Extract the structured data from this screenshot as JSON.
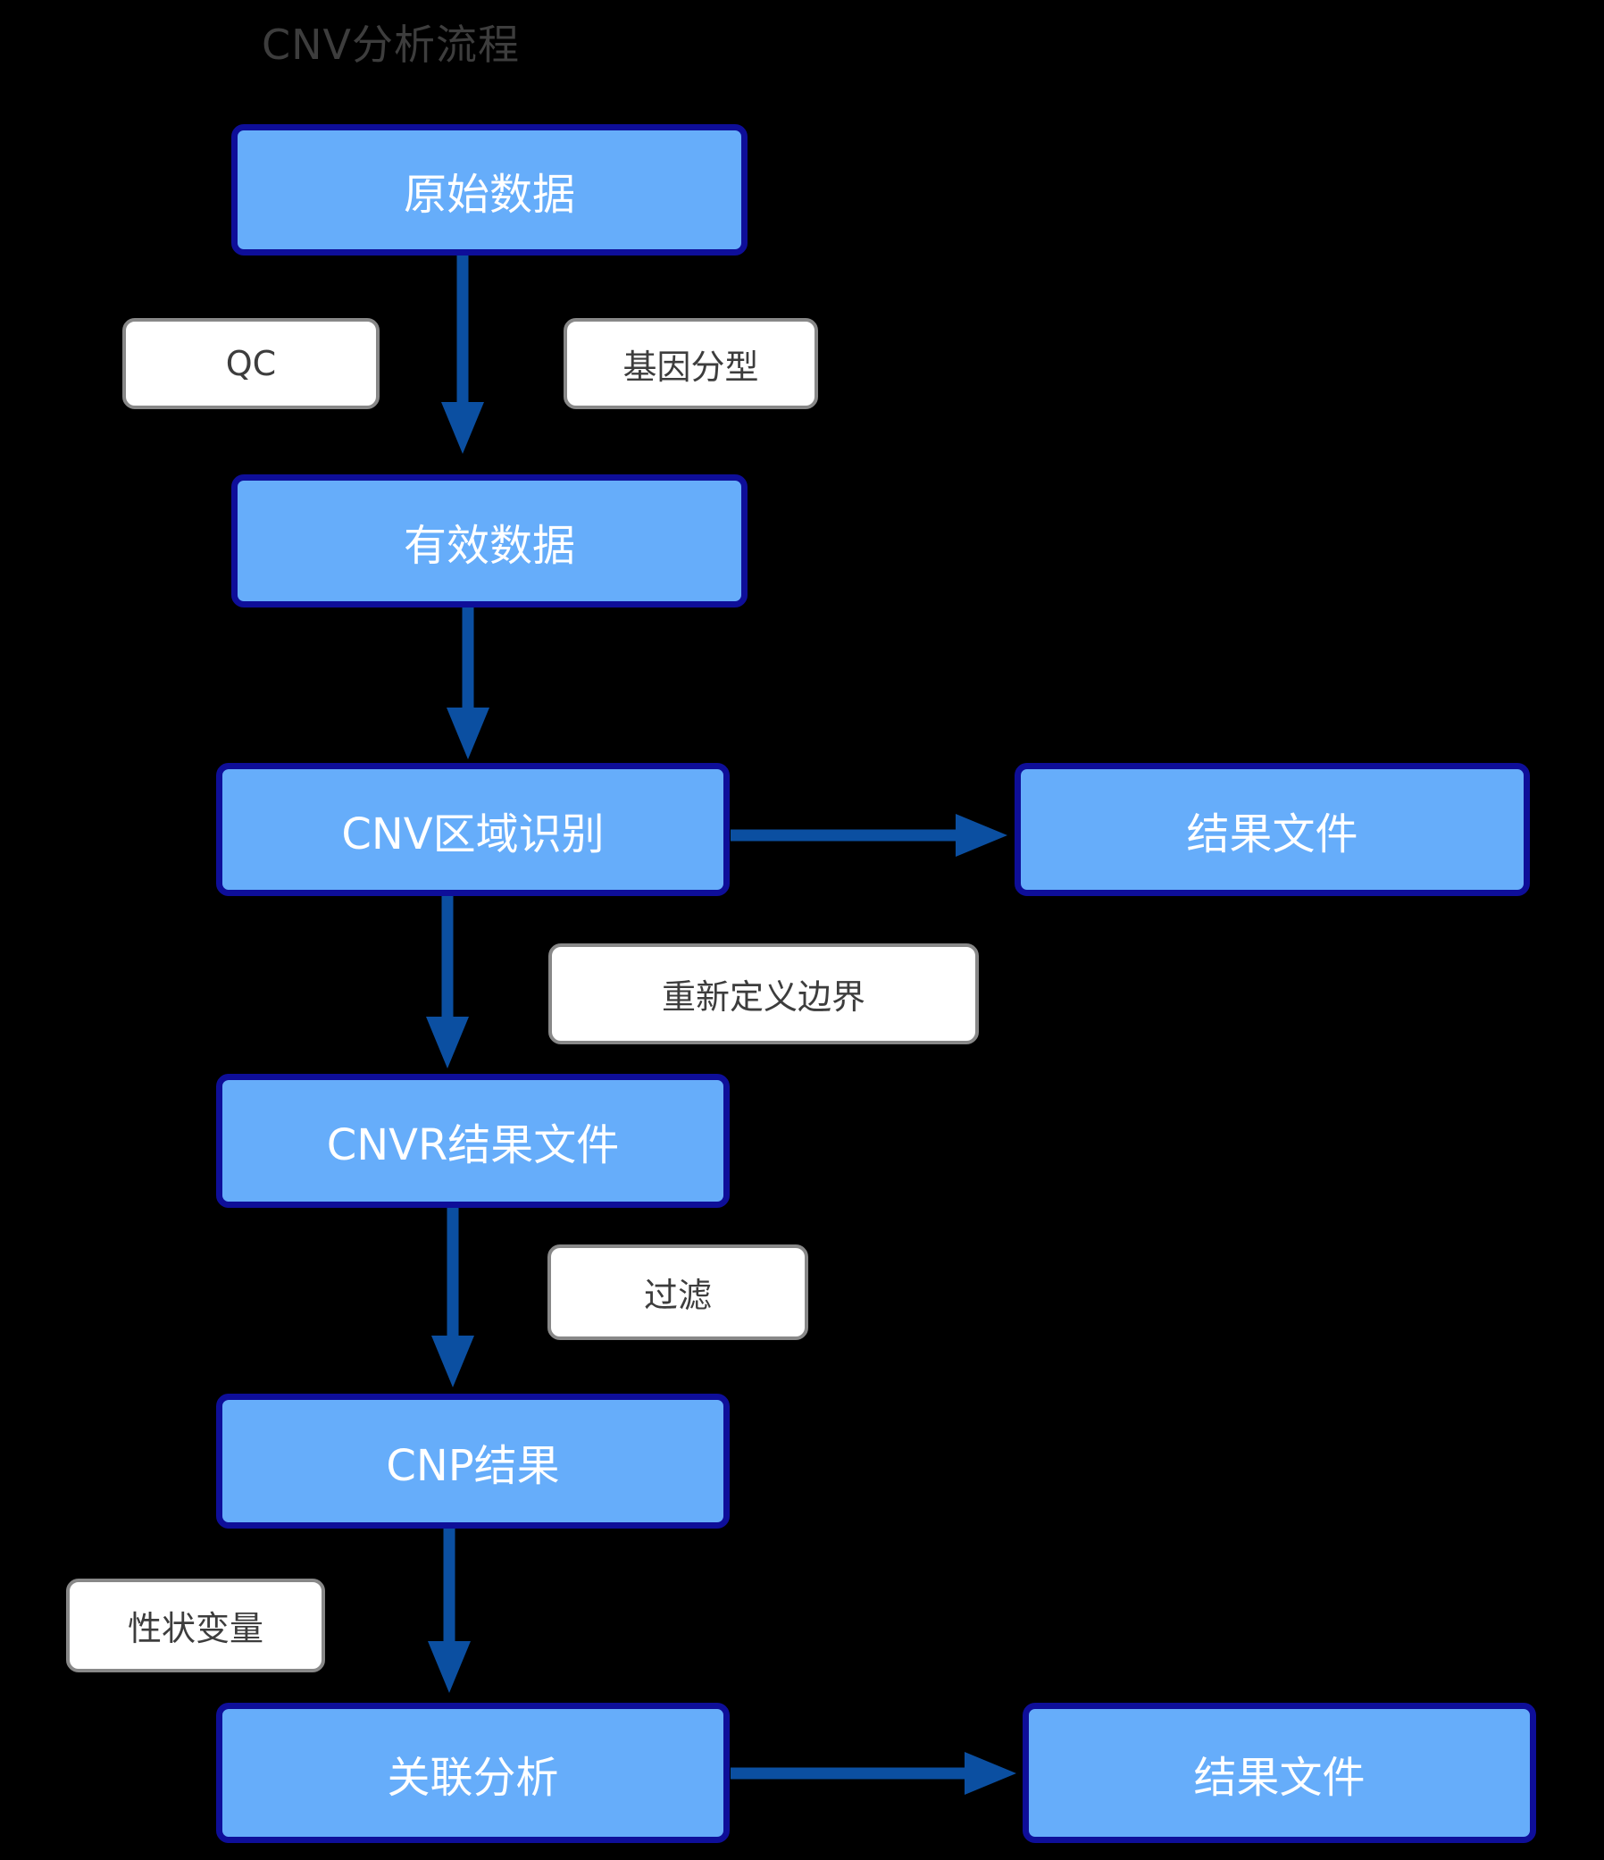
{
  "title": "CNV分析流程",
  "nodes": {
    "raw_data": {
      "label": "原始数据"
    },
    "valid_data": {
      "label": "有效数据"
    },
    "cnv_region": {
      "label": "CNV区域识别"
    },
    "result_file_top": {
      "label": "结果文件"
    },
    "cnvr_result": {
      "label": "CNVR结果文件"
    },
    "cnp_result": {
      "label": "CNP结果"
    },
    "association": {
      "label": "关联分析"
    },
    "result_file_bottom": {
      "label": "结果文件"
    }
  },
  "labels": {
    "qc": {
      "label": "QC"
    },
    "genotyping": {
      "label": "基因分型"
    },
    "redefine_boundary": {
      "label": "重新定义边界"
    },
    "filter": {
      "label": "过滤"
    },
    "trait_variable": {
      "label": "性状变量"
    }
  },
  "edges": [
    {
      "from": "原始数据",
      "to": "有效数据",
      "side_labels": [
        "QC",
        "基因分型"
      ]
    },
    {
      "from": "有效数据",
      "to": "CNV区域识别",
      "side_labels": []
    },
    {
      "from": "CNV区域识别",
      "to": "结果文件",
      "side_labels": []
    },
    {
      "from": "CNV区域识别",
      "to": "CNVR结果文件",
      "side_labels": [
        "重新定义边界"
      ]
    },
    {
      "from": "CNVR结果文件",
      "to": "CNP结果",
      "side_labels": [
        "过滤"
      ]
    },
    {
      "from": "CNP结果",
      "to": "关联分析",
      "side_labels": [
        "性状变量"
      ]
    },
    {
      "from": "关联分析",
      "to": "结果文件",
      "side_labels": []
    }
  ],
  "colors": {
    "background": "#000000",
    "node_fill": "#66adfa",
    "node_border": "#0e0e99",
    "node_text": "#ffffff",
    "arrow": "#0b4fa1",
    "label_fill": "#ffffff",
    "label_border": "#888888",
    "label_text": "#3d3d3d",
    "title_text": "#3d3d3d"
  }
}
